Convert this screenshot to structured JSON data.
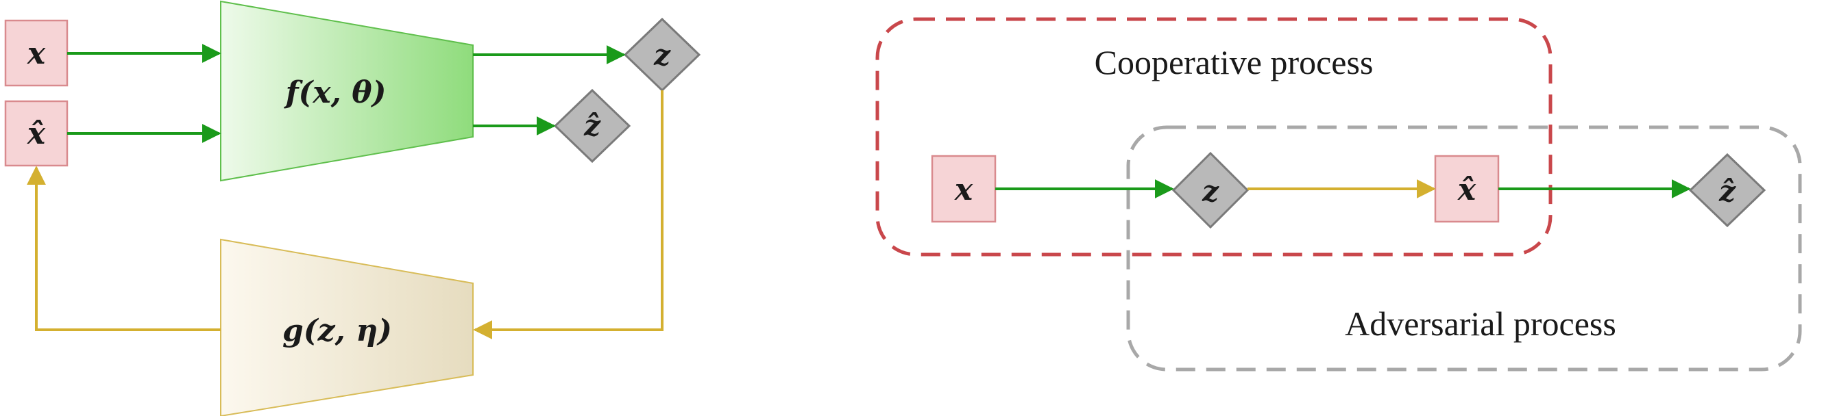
{
  "left_diagram": {
    "input_x": "x",
    "input_x_hat": "x̂",
    "encoder": "f(x, θ)",
    "decoder": "g(z, η)",
    "latent_z": "z",
    "latent_z_hat": "ẑ"
  },
  "right_diagram": {
    "cooperative_label": "Cooperative process",
    "adversarial_label": "Adversarial process",
    "node_x": "x",
    "node_z": "z",
    "node_x_hat": "x̂",
    "node_z_hat": "ẑ"
  },
  "colors": {
    "green_arrow": "#1a9a1a",
    "gold_arrow": "#d4b030",
    "input_box_fill": "#f6d4d6",
    "input_box_stroke": "#d98a8e",
    "diamond_fill": "#b9b9b9",
    "diamond_stroke": "#7a7a7a",
    "cooperative_border": "#c9474b",
    "adversarial_border": "#a8a8a8"
  }
}
